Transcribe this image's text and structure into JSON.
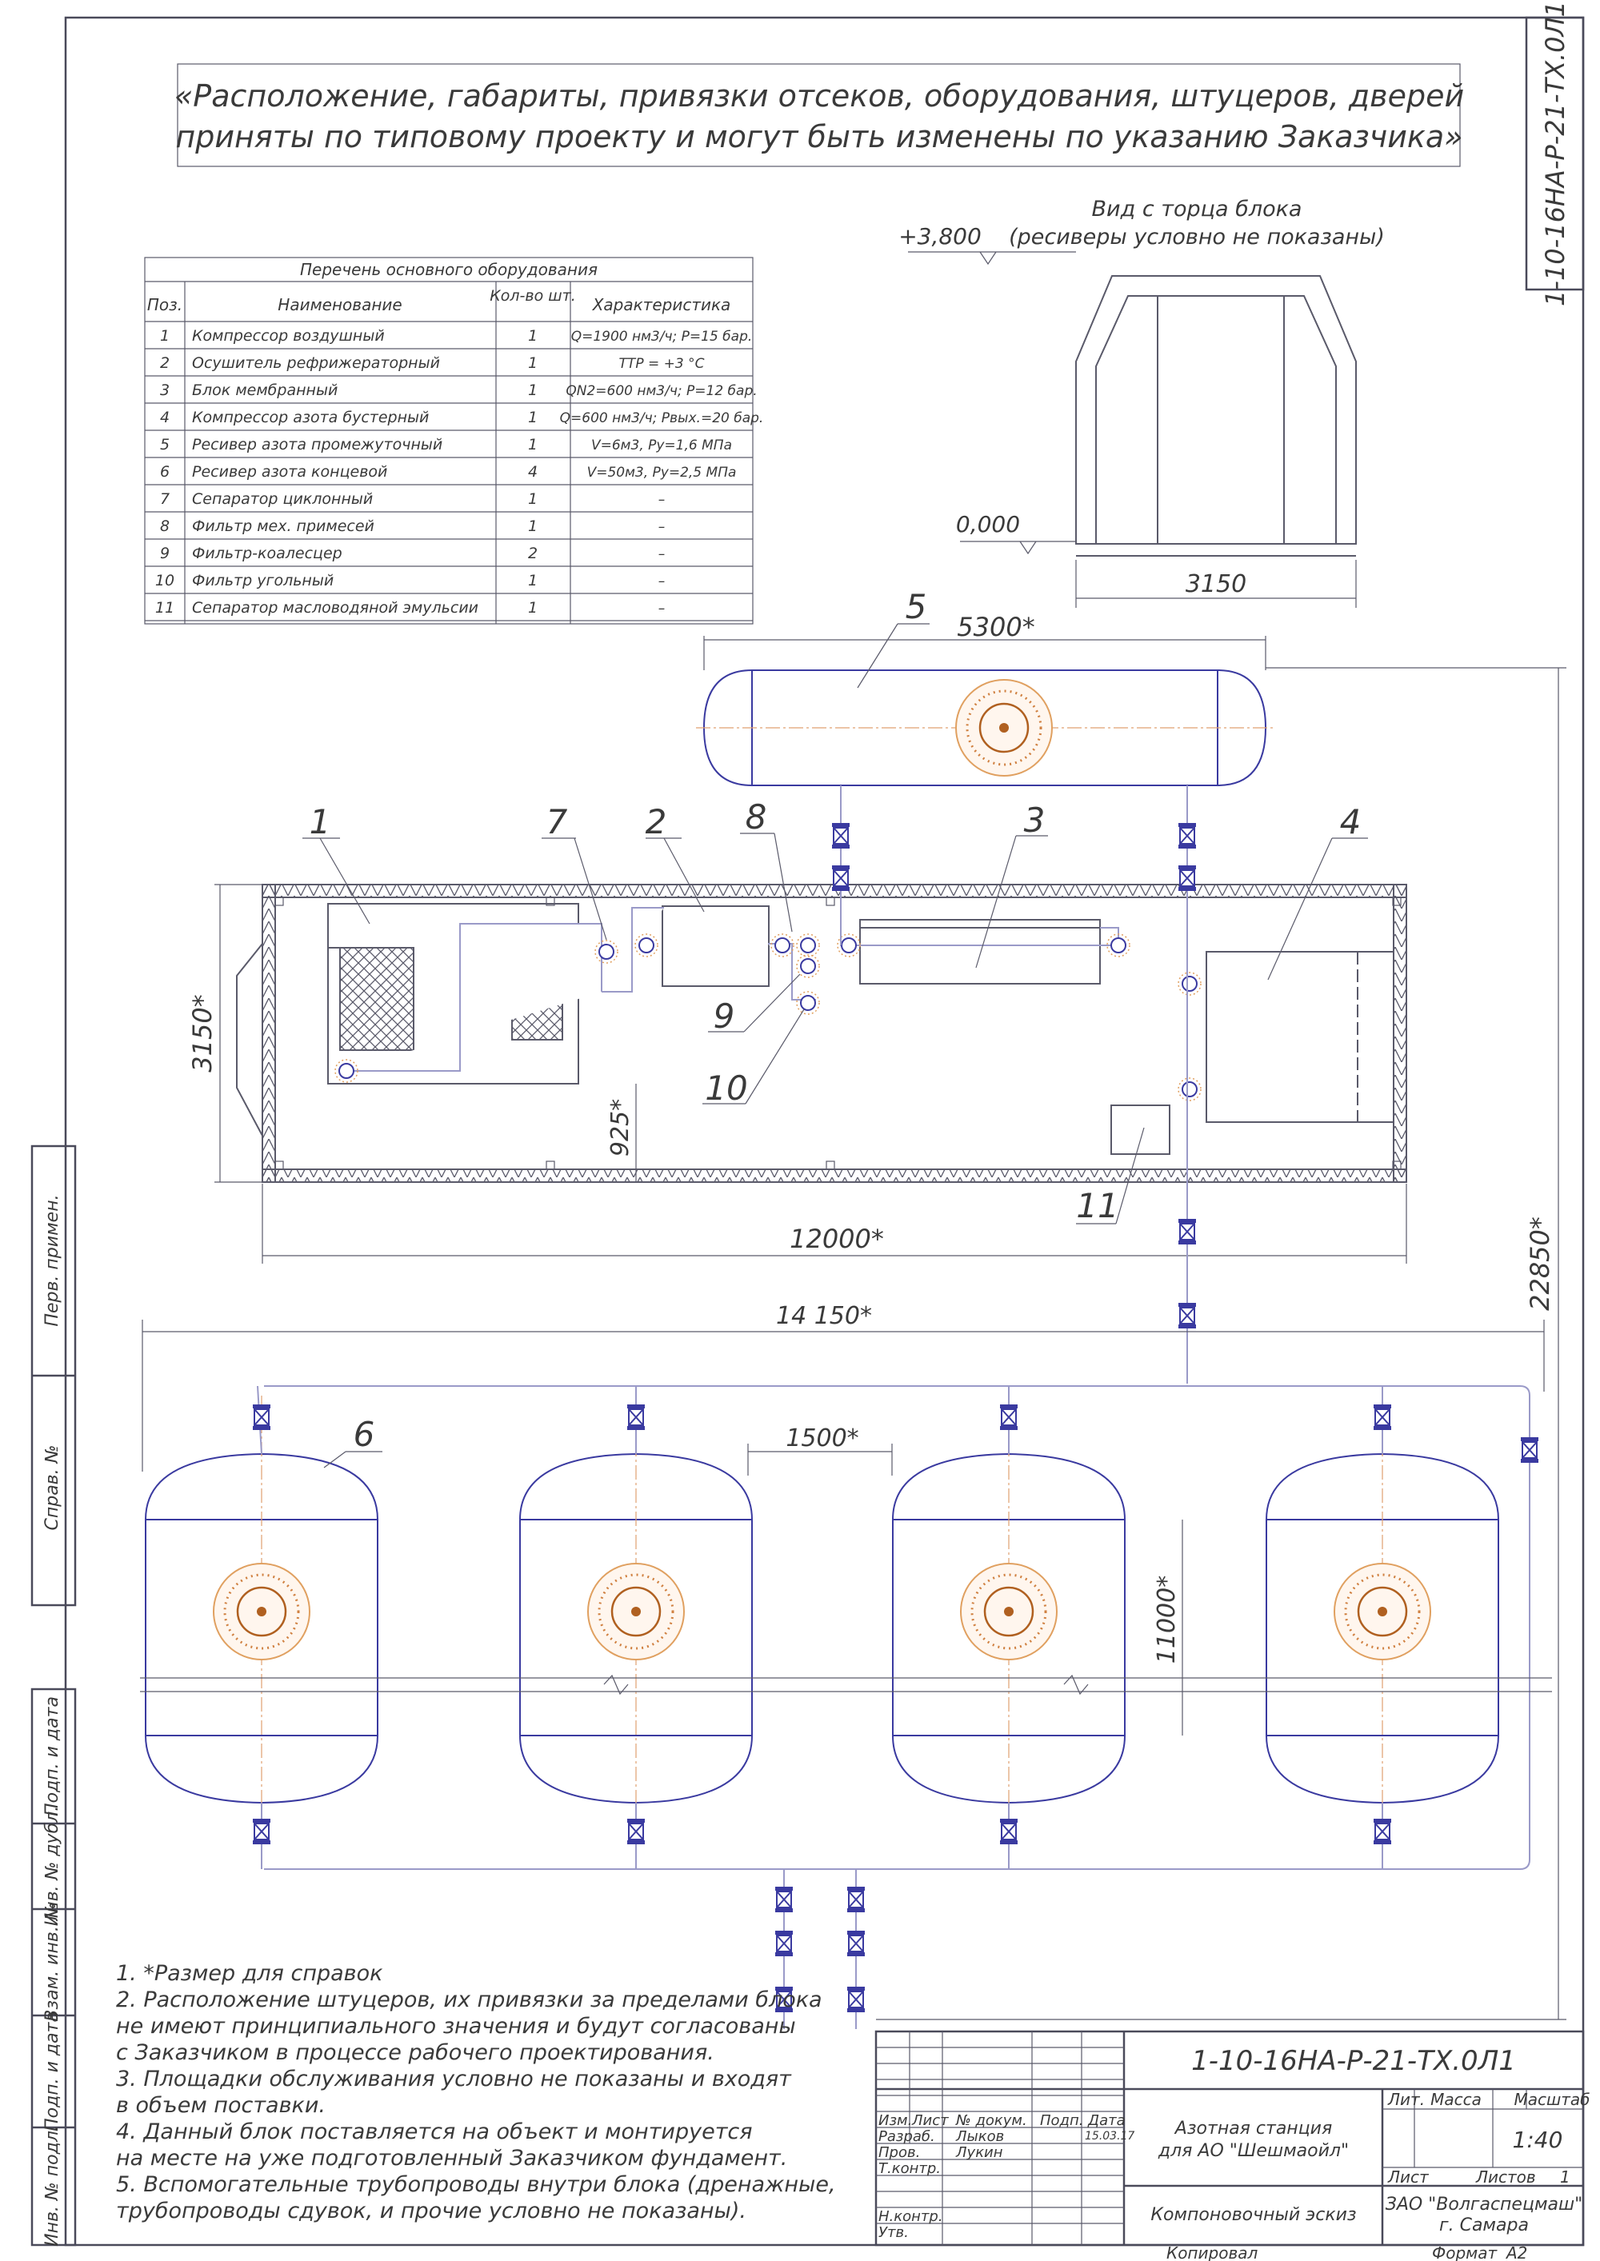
{
  "header_note": {
    "line1": "«Расположение, габариты, привязки отсеков, оборудования, штуцеров, дверей",
    "line2": "приняты по типовому проекту и могут быть изменены по указанию Заказчика»"
  },
  "corner_code": "1-10-16НА-Р-21-ТХ.0Л1",
  "equipment_table": {
    "title": "Перечень основного оборудования",
    "headers": {
      "pos": "Поз.",
      "name": "Наименование",
      "qty": "Кол-во шт.",
      "spec": "Характеристика"
    },
    "rows": [
      {
        "pos": "1",
        "name": "Компрессор воздушный",
        "qty": "1",
        "spec": "Q=1900 нм3/ч; Р=15 бар."
      },
      {
        "pos": "2",
        "name": "Осушитель рефрижераторный",
        "qty": "1",
        "spec": "ТТР = +3 °С"
      },
      {
        "pos": "3",
        "name": "Блок мембранный",
        "qty": "1",
        "spec": "QN2=600 нм3/ч; Р=12 бар."
      },
      {
        "pos": "4",
        "name": "Компрессор азота бустерный",
        "qty": "1",
        "spec": "Q=600 нм3/ч; Рвых.=20 бар."
      },
      {
        "pos": "5",
        "name": "Ресивер азота промежуточный",
        "qty": "1",
        "spec": "V=6м3, Ру=1,6 МПа"
      },
      {
        "pos": "6",
        "name": "Ресивер азота концевой",
        "qty": "4",
        "spec": "V=50м3, Ру=2,5 МПа"
      },
      {
        "pos": "7",
        "name": "Сепаратор циклонный",
        "qty": "1",
        "spec": "–"
      },
      {
        "pos": "8",
        "name": "Фильтр мех. примесей",
        "qty": "1",
        "spec": "–"
      },
      {
        "pos": "9",
        "name": "Фильтр-коалесцер",
        "qty": "2",
        "spec": "–"
      },
      {
        "pos": "10",
        "name": "Фильтр угольный",
        "qty": "1",
        "spec": "–"
      },
      {
        "pos": "11",
        "name": "Сепаратор масловодяной эмульсии",
        "qty": "1",
        "spec": "–"
      }
    ]
  },
  "end_view": {
    "title1": "Вид с торца блока",
    "title2": "(ресиверы условно не показаны)",
    "level_top": "+3,800",
    "level_bottom": "0,000",
    "width_dim": "3150"
  },
  "dimensions": {
    "receiver5_length": "5300*",
    "block_length": "12000*",
    "block_width": "3150*",
    "offset": "925*",
    "overall_height": "22850*",
    "manifold_length": "14 150*",
    "receiver_gap": "1500*",
    "receiver_height": "11000*"
  },
  "callouts": [
    "1",
    "2",
    "3",
    "4",
    "5",
    "6",
    "7",
    "8",
    "9",
    "10",
    "11"
  ],
  "notes": [
    "1. *Размер для справок",
    "2. Расположение штуцеров, их привязки за пределами блока",
    "    не имеют принципиального значения и будут согласованы",
    "    с Заказчиком в процессе рабочего проектирования.",
    "3. Площадки обслуживания условно не показаны и входят",
    "    в объем поставки.",
    "4. Данный блок поставляется на объект и монтируется",
    "    на месте на уже подготовленный Заказчиком фундамент.",
    "5. Вспомогательные трубопроводы внутри блока (дренажные,",
    "    трубопроводы сдувок, и прочие условно не показаны)."
  ],
  "side_stamps": [
    "Перв. примен.",
    "Справ. №",
    "Подп. и дата",
    "Инв. № дубл.",
    "Взам. инв. №",
    "Подп. и дата",
    "Инв. № подл."
  ],
  "title_block": {
    "doc_code": "1-10-16НА-Р-21-ТХ.0Л1",
    "col_izm": "Изм.",
    "col_list": "Лист",
    "col_doc": "№ докум.",
    "col_sign": "Подп.",
    "col_date": "Дата",
    "role_razrab": "Разраб.",
    "role_prov": "Пров.",
    "role_tkontr": "Т.контр.",
    "role_nkontr": "Н.контр.",
    "role_utv": "Утв.",
    "name_razrab": "Лыков",
    "name_prov": "Лукин",
    "date": "15.03.17",
    "project1": "Азотная станция",
    "project2": "для АО \"Шешмаойл\"",
    "sheet_title": "Компоновочный эскиз",
    "lit_label": "Лит.",
    "mass_label": "Масса",
    "scale_label": "Масштаб",
    "scale": "1:40",
    "list_label": "Лист",
    "lists_label": "Листов",
    "lists_value": "1",
    "company1": "ЗАО \"Волгаспецмаш\"",
    "company2": "г. Самара",
    "copied": "Копировал",
    "format": "Формат",
    "format_value": "А2"
  }
}
